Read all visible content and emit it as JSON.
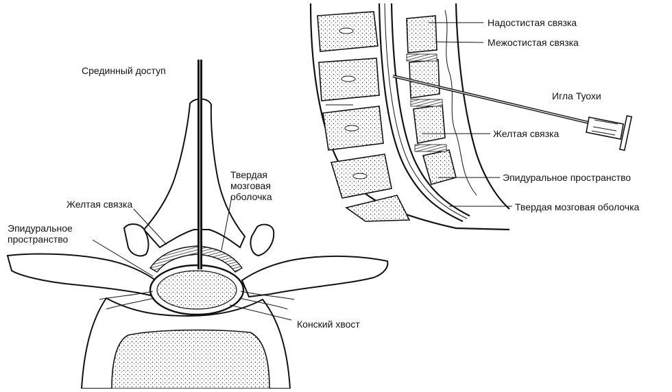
{
  "labels": {
    "median_approach": "Срединный доступ",
    "dura_left": "Твердая\nмозговая\nоболочка",
    "yellow_ligament_left": "Желтая связка",
    "epidural_space_left": "Эпидуральное\nпространство",
    "cauda_equina": "Конский хвост",
    "supraspinous_ligament": "Надостистая связка",
    "interspinous_ligament": "Межостистая связка",
    "tuohy_needle": "Игла Туохи",
    "yellow_ligament_right": "Желтая связка",
    "epidural_space_right": "Эпидуральное пространство",
    "dura_right": "Твердая мозговая оболочка"
  }
}
